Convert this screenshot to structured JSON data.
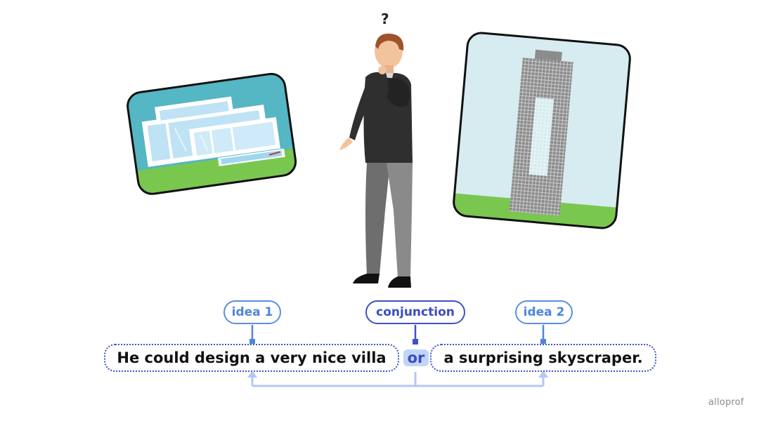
{
  "question_mark": "?",
  "labels": {
    "idea1": "idea 1",
    "conjunction": "conjunction",
    "idea2": "idea 2"
  },
  "sentence": {
    "part1": "He could design a very nice villa",
    "conjunction": "or",
    "part2": "a surprising skyscraper."
  },
  "logo": "alloprof",
  "colors": {
    "idea_tag": "#5b8fe0",
    "conjunction_tag": "#3f51c5",
    "conjunction_highlight": "#c2d5f7",
    "arrow": "#b3c8f2",
    "sky_villa": "#55b6c4",
    "sky_tower": "#d6ecf0",
    "grass": "#7ac74f"
  },
  "icons": [
    "villa-picture",
    "skyscraper-picture",
    "thinking-man",
    "question-mark-icon"
  ]
}
